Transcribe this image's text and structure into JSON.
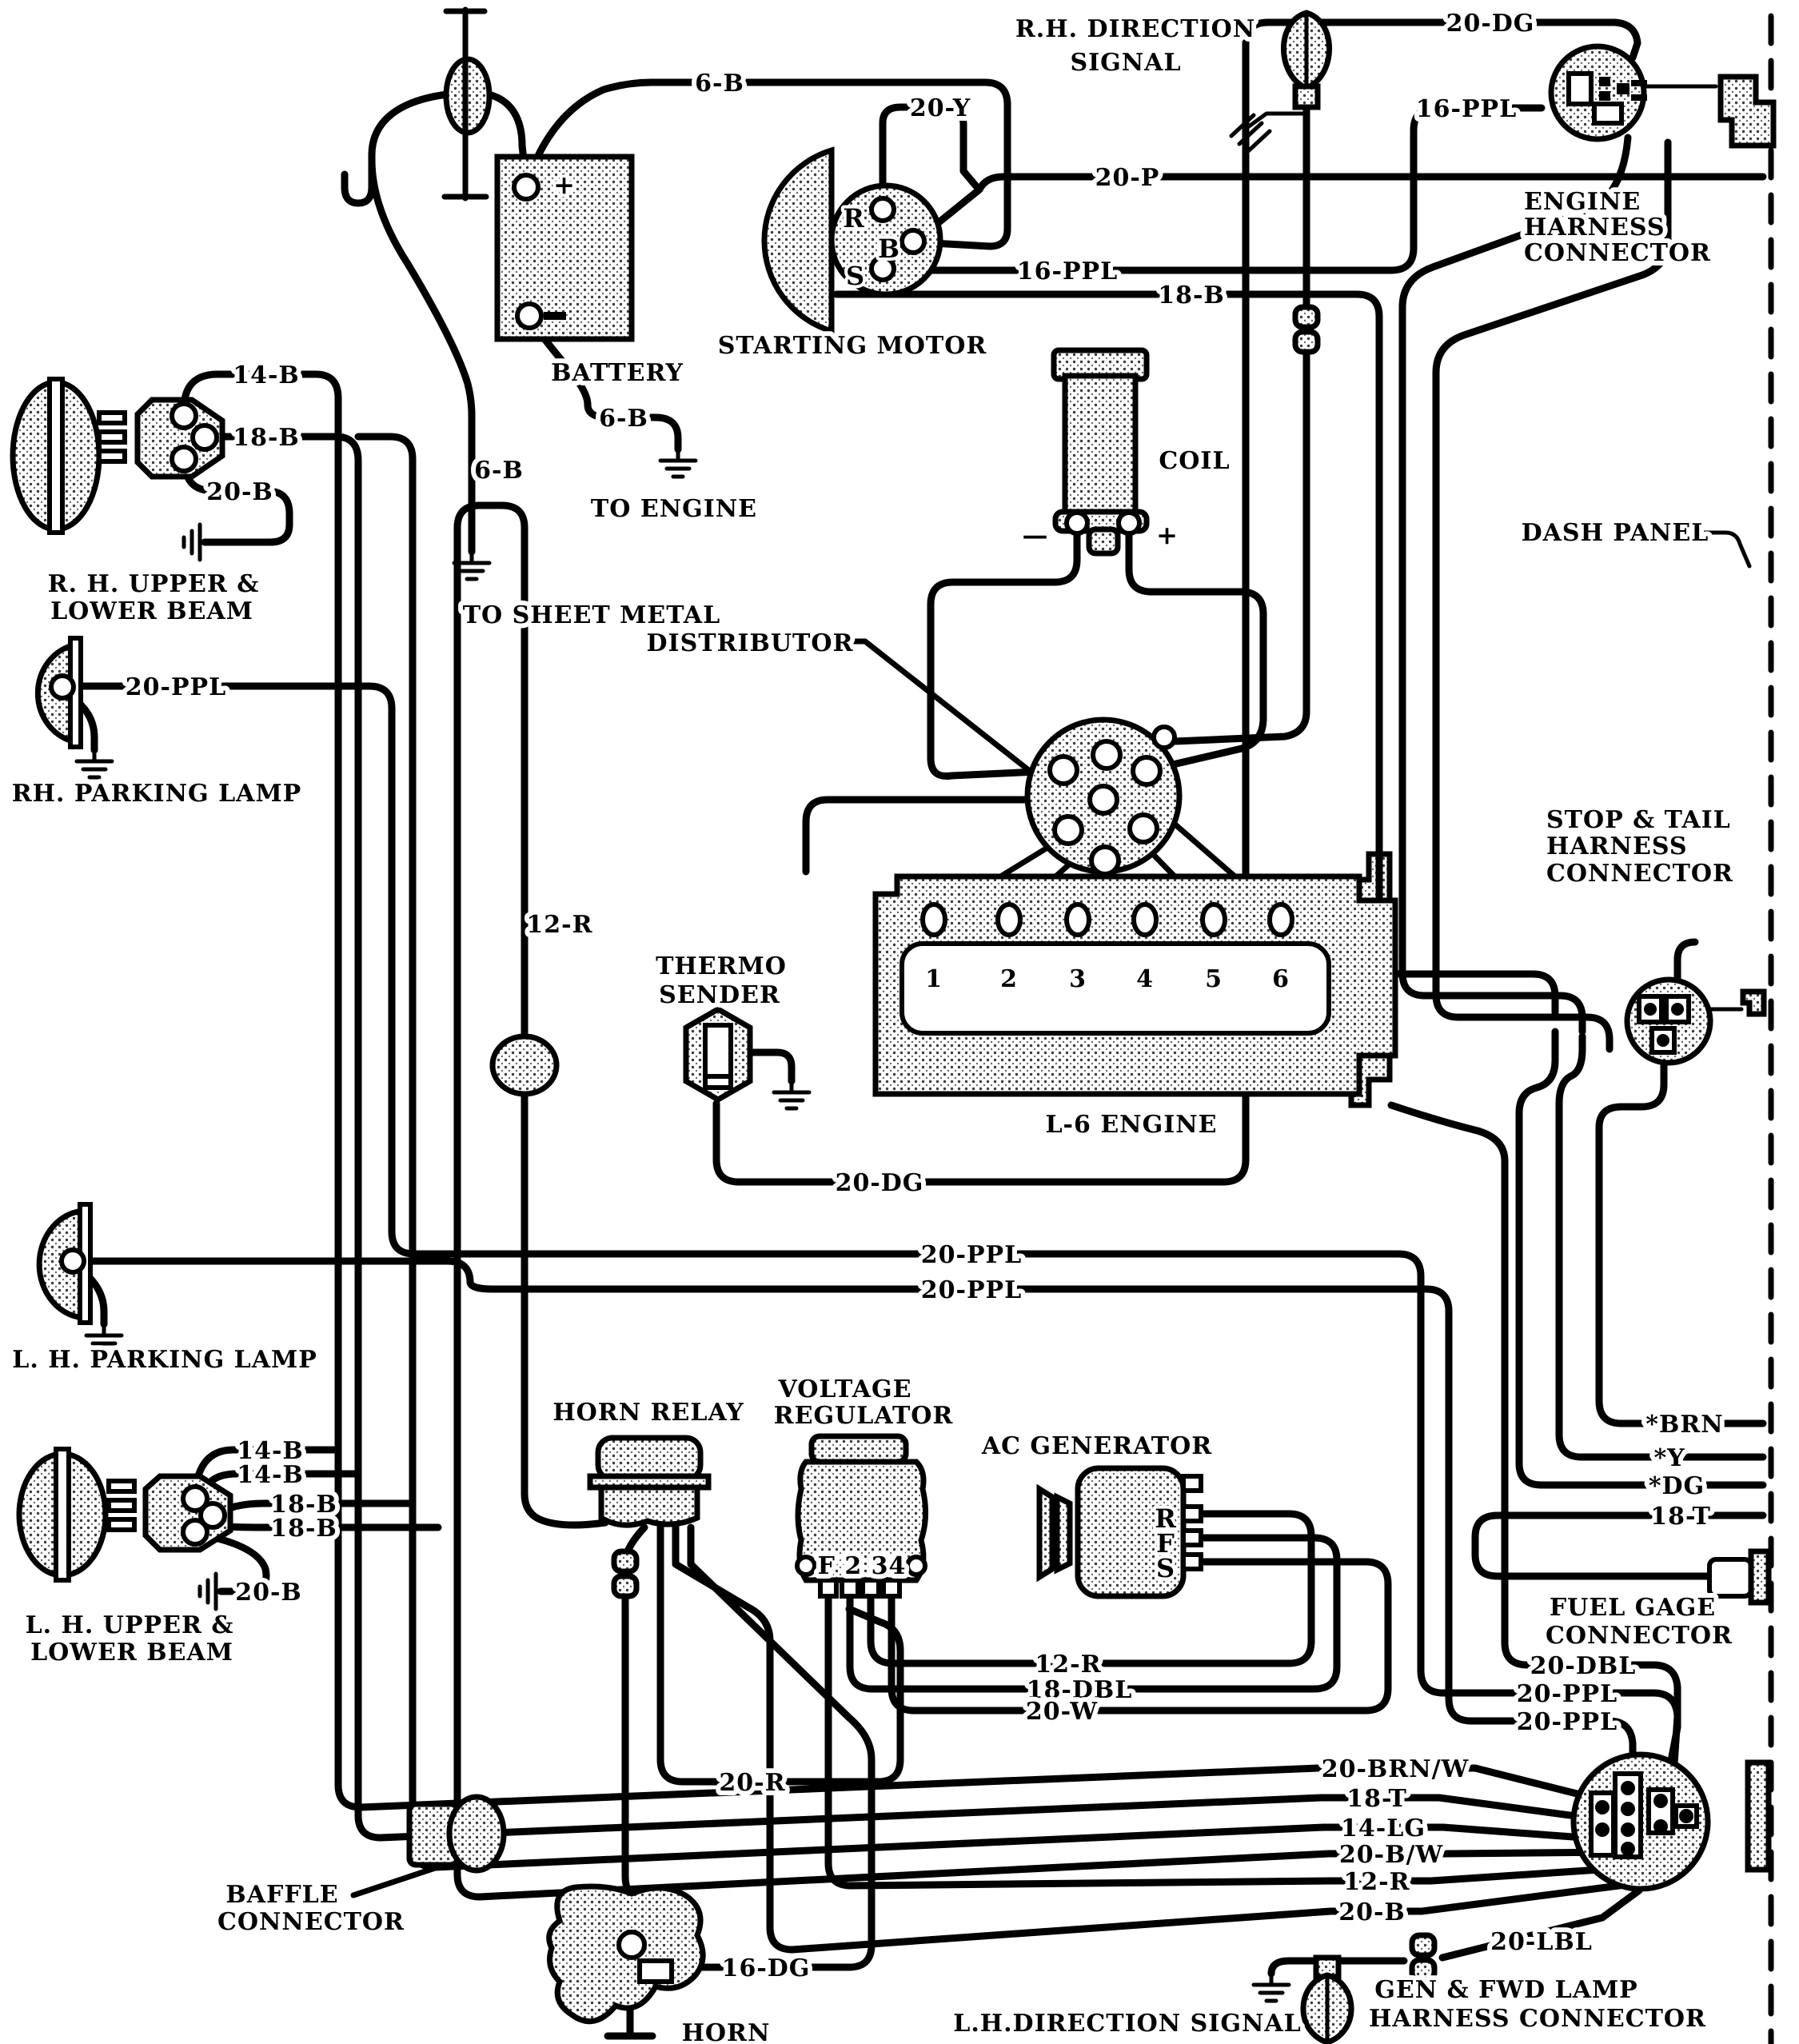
{
  "labels": {
    "rh_dir1": "R.H. DIRECTION",
    "rh_dir2": "SIGNAL",
    "engine_h1": "ENGINE",
    "engine_h2": "HARNESS",
    "engine_h3": "CONNECTOR",
    "battery": "BATTERY",
    "starting_motor": "STARTING MOTOR",
    "to_engine": "TO ENGINE",
    "to_sheet_metal": "TO SHEET METAL",
    "distributor": "DISTRIBUTOR",
    "coil": "COIL",
    "dash_panel": "DASH PANEL",
    "thermo1": "THERMO",
    "thermo2": "SENDER",
    "l6_engine": "L-6 ENGINE",
    "stop1": "STOP & TAIL",
    "stop2": "HARNESS",
    "stop3": "CONNECTOR",
    "rh_beam1": "R. H. UPPER &",
    "rh_beam2": "LOWER BEAM",
    "rh_parking": "RH. PARKING LAMP",
    "lh_parking": "L. H. PARKING LAMP",
    "lh_beam1": "L. H. UPPER &",
    "lh_beam2": "LOWER BEAM",
    "horn_relay": "HORN RELAY",
    "vreg1": "VOLTAGE",
    "vreg2": "REGULATOR",
    "vr_terms": "F 2 34",
    "ac_gen": "AC GENERATOR",
    "fuel1": "FUEL GAGE",
    "fuel2": "CONNECTOR",
    "genfwd1": "GEN & FWD LAMP",
    "genfwd2": "HARNESS CONNECTOR",
    "lh_dir": "L.H.DIRECTION SIGNAL",
    "baffle1": "BAFFLE",
    "baffle2": "CONNECTOR",
    "horn": "HORN",
    "sm_r": "R",
    "sm_b": "B",
    "sm_s": "S",
    "gen_r": "R",
    "gen_f": "F",
    "gen_s": "S",
    "bat_plus": "+",
    "coil_minus": "—",
    "coil_plus": "+"
  },
  "wires": {
    "w6b_top": "6-B",
    "w20y": "20-Y",
    "w20p": "20-P",
    "w16ppl_a": "16-PPL",
    "w18b_a": "18-B",
    "w6b_mid": "6-B",
    "w6b_left": "6-B",
    "w20dg_top": "20-DG",
    "w16ppl_b": "16-PPL",
    "w14b_rh": "14-B",
    "w18b_rh": "18-B",
    "w20b_rh": "20-B",
    "w20ppl_rh": "20-PPL",
    "w12r_left": "12-R",
    "w20dg_mid": "20-DG",
    "w20ppl_l1": "20-PPL",
    "w20ppl_l2": "20-PPL",
    "w14b_lh1": "14-B",
    "w14b_lh2": "14-B",
    "w18b_lh1": "18-B",
    "w18b_lh2": "18-B",
    "w20b_lh": "20-B",
    "w12r_vr": "12-R",
    "w18dbl": "18-DBL",
    "w20w": "20-W",
    "w20r": "20-R",
    "wbrn": "*BRN",
    "wy": "*Y",
    "wdg": "*DG",
    "w18t_r": "18-T",
    "w20dbl": "20-DBL",
    "w20ppl_r1": "20-PPL",
    "w20ppl_r2": "20-PPL",
    "w20brnw": "20-BRN/W",
    "w18t": "18-T",
    "w14lg": "14-LG",
    "w20bw": "20-B/W",
    "w12r_fan": "12-R",
    "w20b_fan": "20-B",
    "w20lbl": "20-LBL",
    "w16dg": "16-DG"
  },
  "cyl": [
    "1",
    "2",
    "3",
    "4",
    "5",
    "6"
  ]
}
